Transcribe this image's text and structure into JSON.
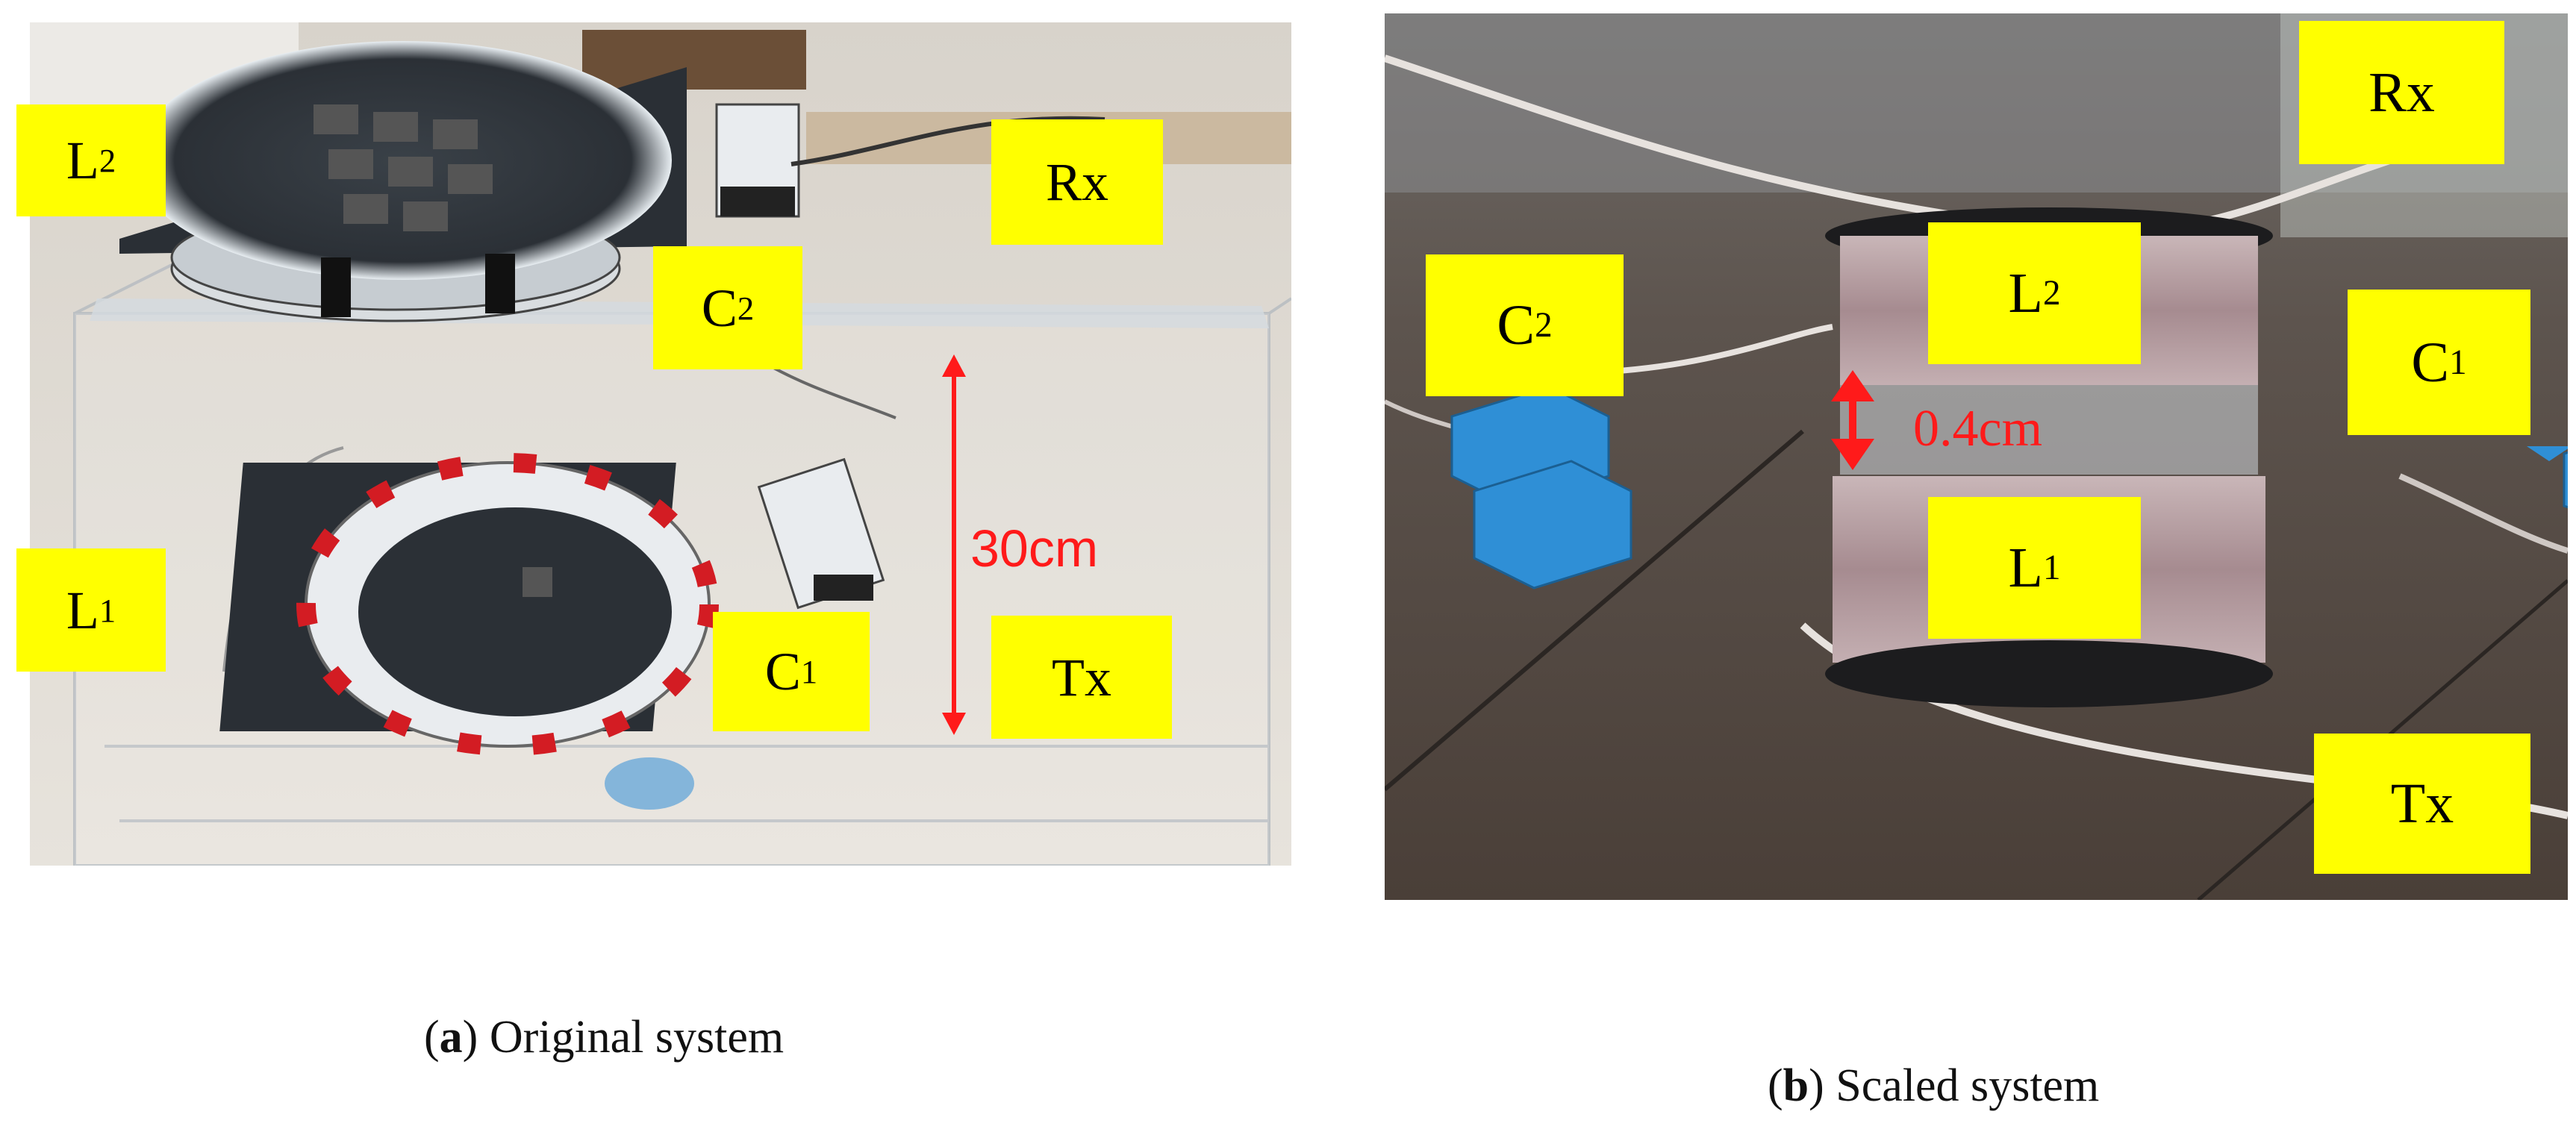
{
  "panel_a": {
    "labels": {
      "l2": {
        "main": "L",
        "sub": "2"
      },
      "rx": "Rx",
      "c2": {
        "main": "C",
        "sub": "2"
      },
      "l1": {
        "main": "L",
        "sub": "1"
      },
      "c1": {
        "main": "C",
        "sub": "1"
      },
      "tx": "Tx"
    },
    "distance": "30cm",
    "caption": {
      "letter": "a",
      "text": " Original system"
    }
  },
  "panel_b": {
    "labels": {
      "rx": "Rx",
      "c2": {
        "main": "C",
        "sub": "2"
      },
      "l2": {
        "main": "L",
        "sub": "2"
      },
      "c1": {
        "main": "C",
        "sub": "1"
      },
      "l1": {
        "main": "L",
        "sub": "1"
      },
      "tx": "Tx"
    },
    "distance": "0.4cm",
    "caption": {
      "letter": "b",
      "text": " Scaled system"
    }
  },
  "colors": {
    "label_bg": "#ffff00",
    "annotation_red": "#ff1a1a",
    "capacitor_blue": "#2f8fd6"
  }
}
